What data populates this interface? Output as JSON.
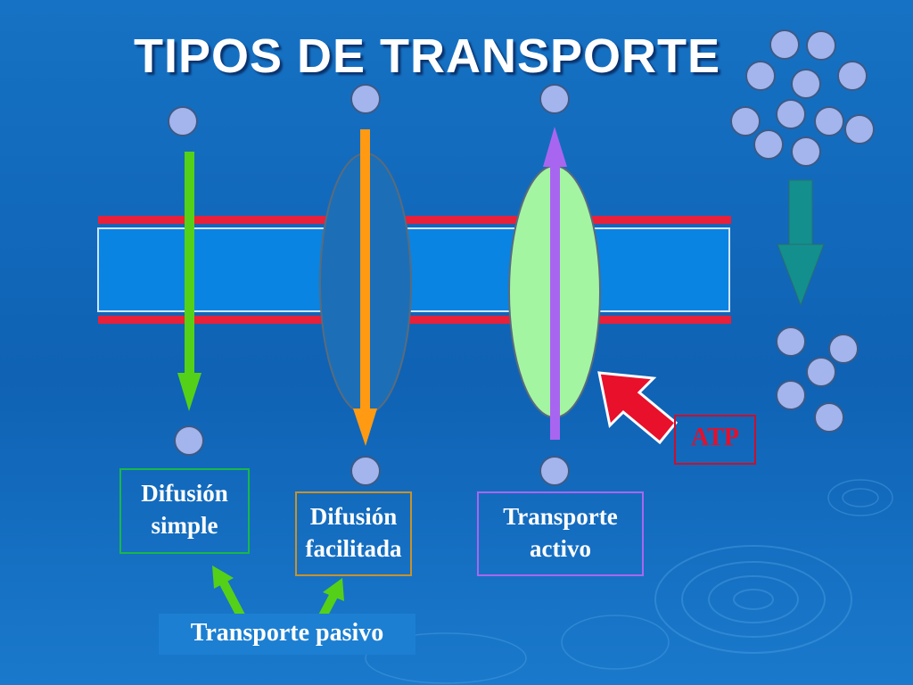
{
  "slide": {
    "title": "TIPOS DE TRANSPORTE",
    "labels": {
      "difusion_simple": [
        "Difusión",
        "simple"
      ],
      "difusion_facilitada": [
        "Difusión",
        "facilitada"
      ],
      "transporte_activo": [
        "Transporte",
        "activo"
      ],
      "atp": "ATP",
      "transporte_pasivo": "Transporte pasivo"
    }
  },
  "colors": {
    "background": "#1672c4",
    "membrane_red": "#e8203a",
    "membrane_fill": "#0a84e2",
    "molecule": "#a3b5ec",
    "arrow_green": "#55d018",
    "arrow_orange": "#ff9a12",
    "arrow_purple": "#a866f0",
    "carrier_green": "#a4f5a2",
    "atp_arrow": "#e8102a",
    "gradient_arrow": "#138f8e"
  },
  "icons": [
    "molecule-icon",
    "down-arrow-icon",
    "up-arrow-icon",
    "atp-arrow-icon"
  ]
}
